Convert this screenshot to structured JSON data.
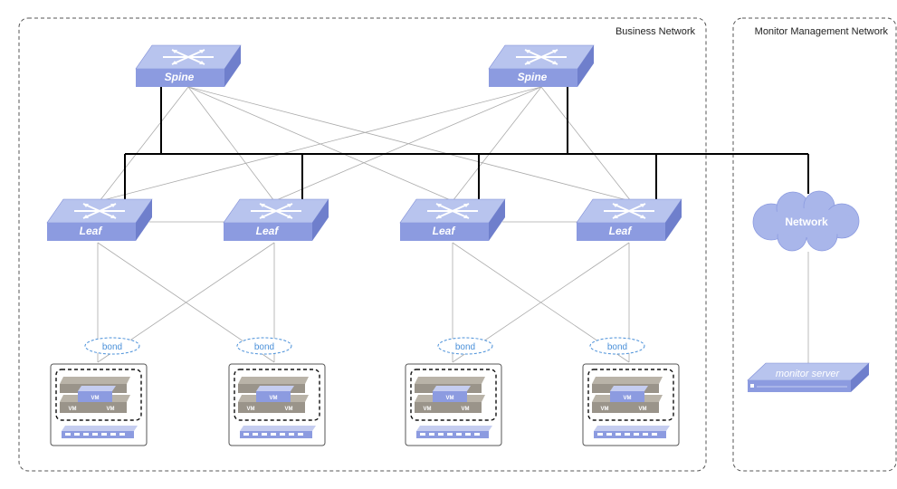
{
  "zones": {
    "business": "Business Network",
    "monitor": "Monitor Management Network"
  },
  "spines": [
    "Spine",
    "Spine"
  ],
  "leaves": [
    "Leaf",
    "Leaf",
    "Leaf",
    "Leaf"
  ],
  "bond_label": "bond",
  "vm_label": "VM",
  "cloud_label": "Network",
  "monitor_server_label": "monitor server",
  "colors": {
    "device_top": "#b8c4ee",
    "device_front": "#8c9be0",
    "device_side": "#6f7fcc",
    "cloud": "#a9b6ea",
    "thin_link": "#aaaaaa",
    "bold_link": "#000000",
    "bond": "#4a90d9"
  }
}
